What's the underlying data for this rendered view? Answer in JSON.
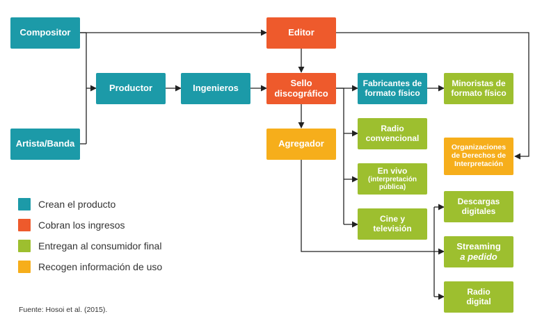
{
  "colors": {
    "crean": "#1c9aa8",
    "cobran": "#ee5a2c",
    "entregan": "#9dbf2f",
    "recogen": "#f6ae1b",
    "line": "#222222"
  },
  "nodes": {
    "compositor": "Compositor",
    "artista": "Artista/Banda",
    "productor": "Productor",
    "ingenieros": "Ingenieros",
    "editor": "Editor",
    "sello": {
      "l1": "Sello",
      "l2": "discográfico"
    },
    "agregador": "Agregador",
    "fabricantes": {
      "l1": "Fabricantes de",
      "l2": "formato físico"
    },
    "minoristas": {
      "l1": "Minoristas de",
      "l2": "formato físico"
    },
    "radio_conv": {
      "l1": "Radio",
      "l2": "convencional"
    },
    "en_vivo": {
      "l1": "En vivo",
      "l2": "(interpretación",
      "l3": "pública)"
    },
    "cine": {
      "l1": "Cine y",
      "l2": "televisión"
    },
    "organizaciones": {
      "l1": "Organizaciones",
      "l2": "de Derechos de",
      "l3": "Interpretación"
    },
    "descargas": {
      "l1": "Descargas",
      "l2": "digitales"
    },
    "streaming": {
      "l1": "Streaming",
      "l2": "a pedido"
    },
    "radio_digital": {
      "l1": "Radio",
      "l2": "digital"
    }
  },
  "legend": [
    {
      "label": "Crean el producto",
      "color": "#1c9aa8"
    },
    {
      "label": "Cobran los ingresos",
      "color": "#ee5a2c"
    },
    {
      "label": "Entregan al consumidor final",
      "color": "#9dbf2f"
    },
    {
      "label": "Recogen información de uso",
      "color": "#f6ae1b"
    }
  ],
  "source": "Fuente: Hosoi et al. (2015)."
}
